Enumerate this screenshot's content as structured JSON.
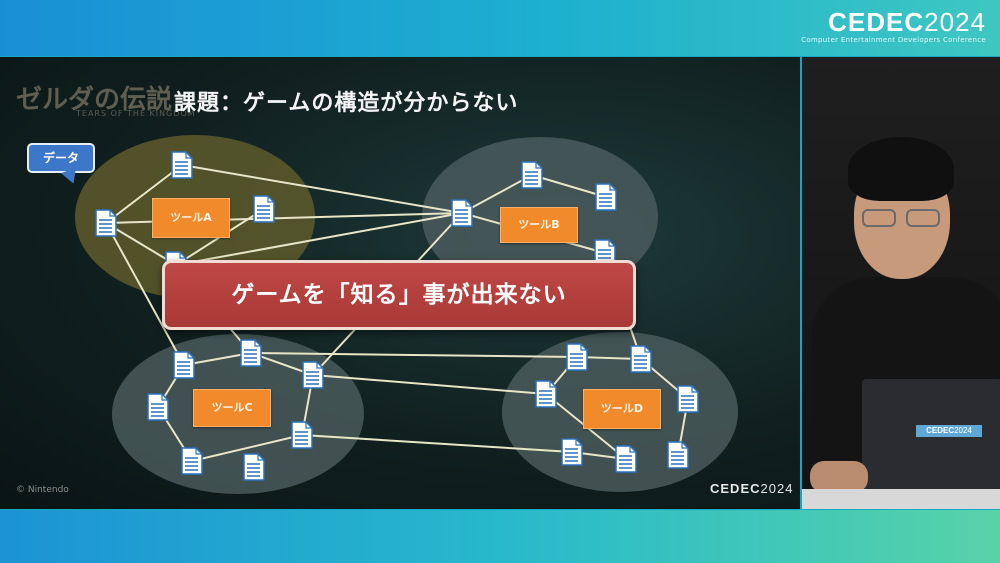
{
  "header": {
    "brand_name": "CEDEC",
    "brand_year": "2024",
    "brand_tagline": "Computer Entertainment Developers Conference"
  },
  "slide": {
    "title": "課題：ゲームの構造が分からない",
    "logo_text": "ゼルダの伝説",
    "logo_subtitle": "TEARS OF THE KINGDOM",
    "copyright": "© Nintendo",
    "slide_brand_name": "CEDEC",
    "slide_brand_year": "2024",
    "data_callout": "データ",
    "banner": "ゲームを「知る」事が出来ない",
    "tools": [
      {
        "label": "ツールA"
      },
      {
        "label": "ツールB"
      },
      {
        "label": "ツールC"
      },
      {
        "label": "ツールD"
      }
    ]
  },
  "video": {
    "laptop_sticker_name": "CEDEC",
    "laptop_sticker_year": "2024"
  },
  "colors": {
    "tool_orange": "#f08a2a",
    "banner_red": "#b13f3c",
    "callout_blue": "#3d77c9",
    "cluster_a": "#5e5a2c",
    "cluster_other": "#4a5a5c"
  },
  "icons": [
    "document-icon"
  ]
}
